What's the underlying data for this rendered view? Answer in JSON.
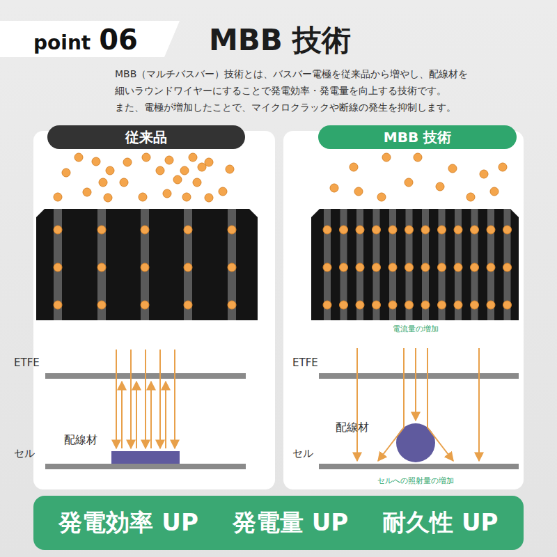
{
  "diagram": {
    "title": "MBB 技術",
    "nodes": [
      {
        "text": [
          "point",
          "06"
        ]
      },
      {
        "text": [
          "従来品"
        ]
      },
      {
        "text": [
          "MBB 技術"
        ]
      },
      {
        "text": [
          "発電効率 UP",
          "発電量 UP",
          "耐久性 UP"
        ]
      }
    ],
    "labels": [
      "MBB（マルチバスバー）技術とは、バスバー電極を従来品から増やし、配線材を",
      "細いラウンドワイヤーにすることで発電効率・発電量を向上する技術です。",
      "また、電極が増加したことで、マイクロクラックや断線の発生を抑制します。",
      "ETFE",
      "配線材",
      "セル",
      "電流量の増加",
      "ETFE",
      "配線材",
      "セル",
      "セルへの照射量の増加"
    ]
  }
}
